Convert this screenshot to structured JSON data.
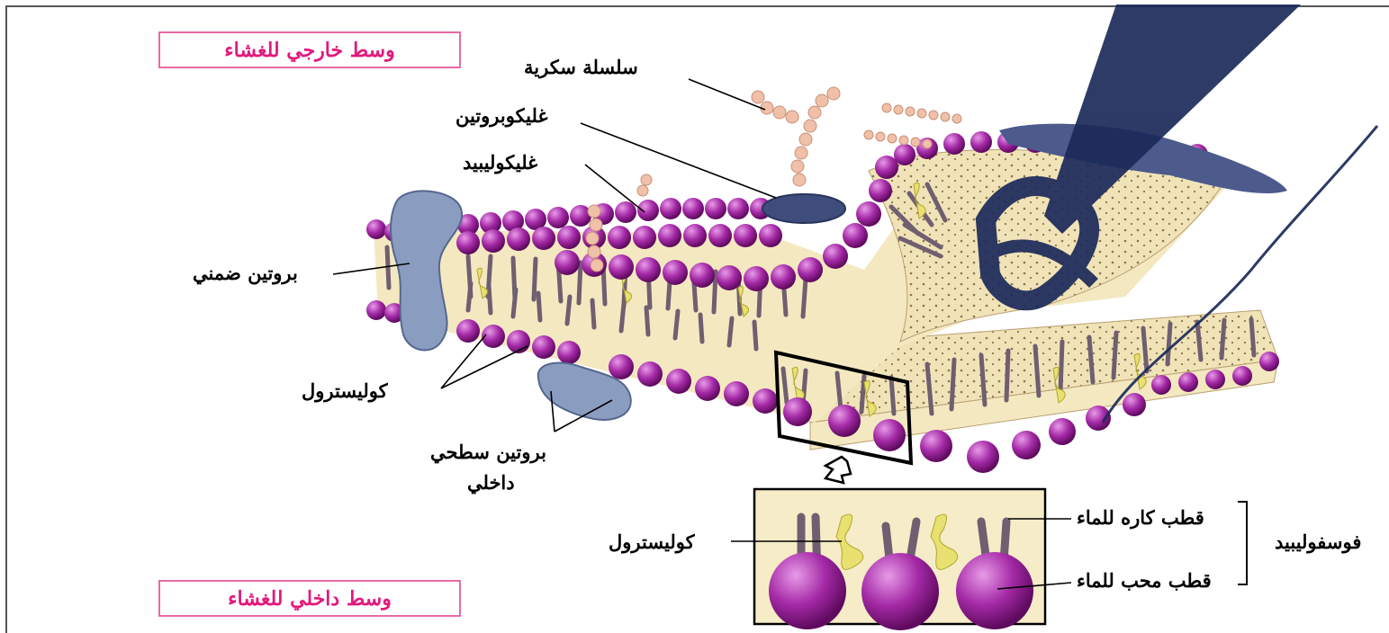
{
  "boxes": {
    "outer_medium": "وسط خارجي للغشاء",
    "inner_medium": "وسط داخلي للغشاء"
  },
  "labels": {
    "sugar_chain": "سلسلة سكرية",
    "glycoprotein": "غليكوبروتين",
    "glycolipid": "غليكوليبيد",
    "integral_protein": "بروتين ضمني",
    "cholesterol": "كوليسترول",
    "peripheral_protein_line1": "بروتين سطحي",
    "peripheral_protein_line2": "داخلي",
    "inset_cholesterol": "كوليسترول",
    "hydrophobic_pole": "قطب كاره للماء",
    "hydrophilic_pole": "قطب محب للماء",
    "phospholipid": "فوسفوليبيد"
  },
  "colors": {
    "head": "#9b1c9a",
    "tail": "#7a6a7a",
    "core": "#f4e8c1",
    "protein": "#8a9cc0",
    "sugar": "#f0c0a8",
    "cholesterol": "#e8e070",
    "box_border": "#e86aa6",
    "box_text": "#e2197d",
    "watermark": "#1c2a5a"
  }
}
